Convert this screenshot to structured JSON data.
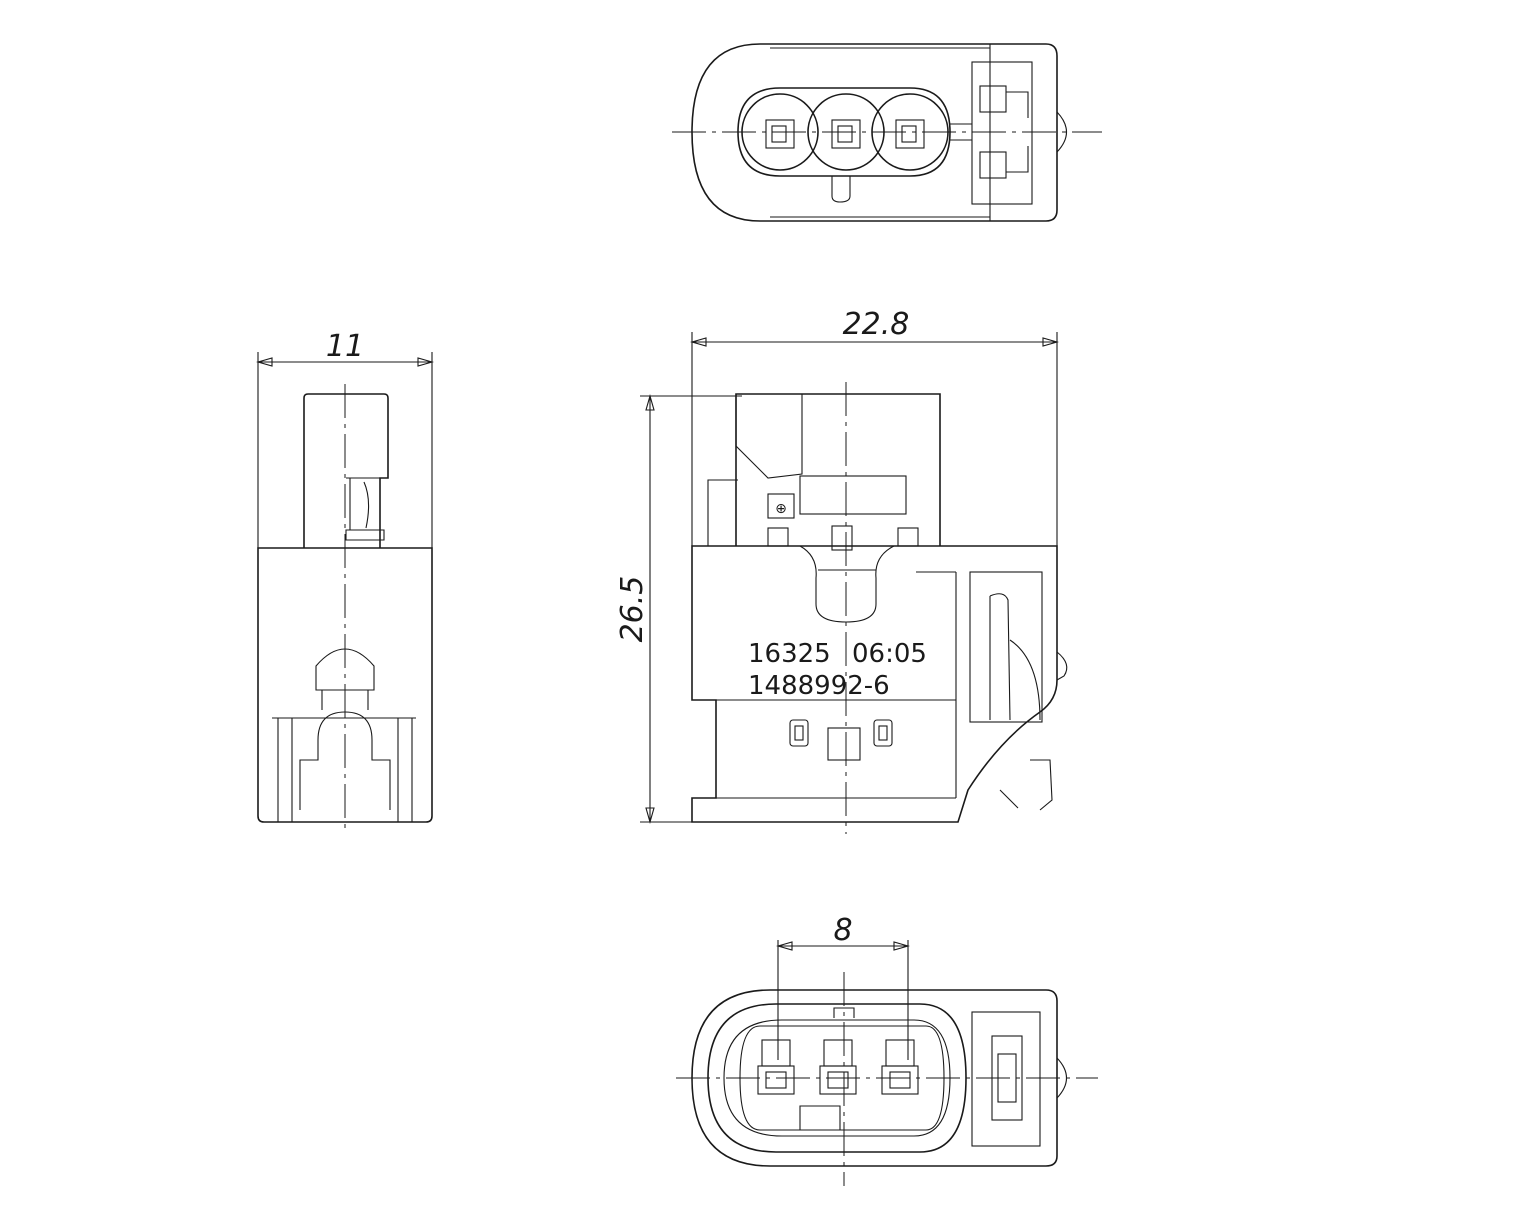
{
  "drawing": {
    "dimensions": {
      "side_width": "11",
      "front_width": "22.8",
      "front_height": "26.5",
      "pin_pitch": "8"
    },
    "markings": {
      "line1_code": "16325",
      "line1_date": "06:05",
      "line2": "1488992-6"
    },
    "colors": {
      "line": "#1a1a1a",
      "background": "#ffffff"
    }
  }
}
